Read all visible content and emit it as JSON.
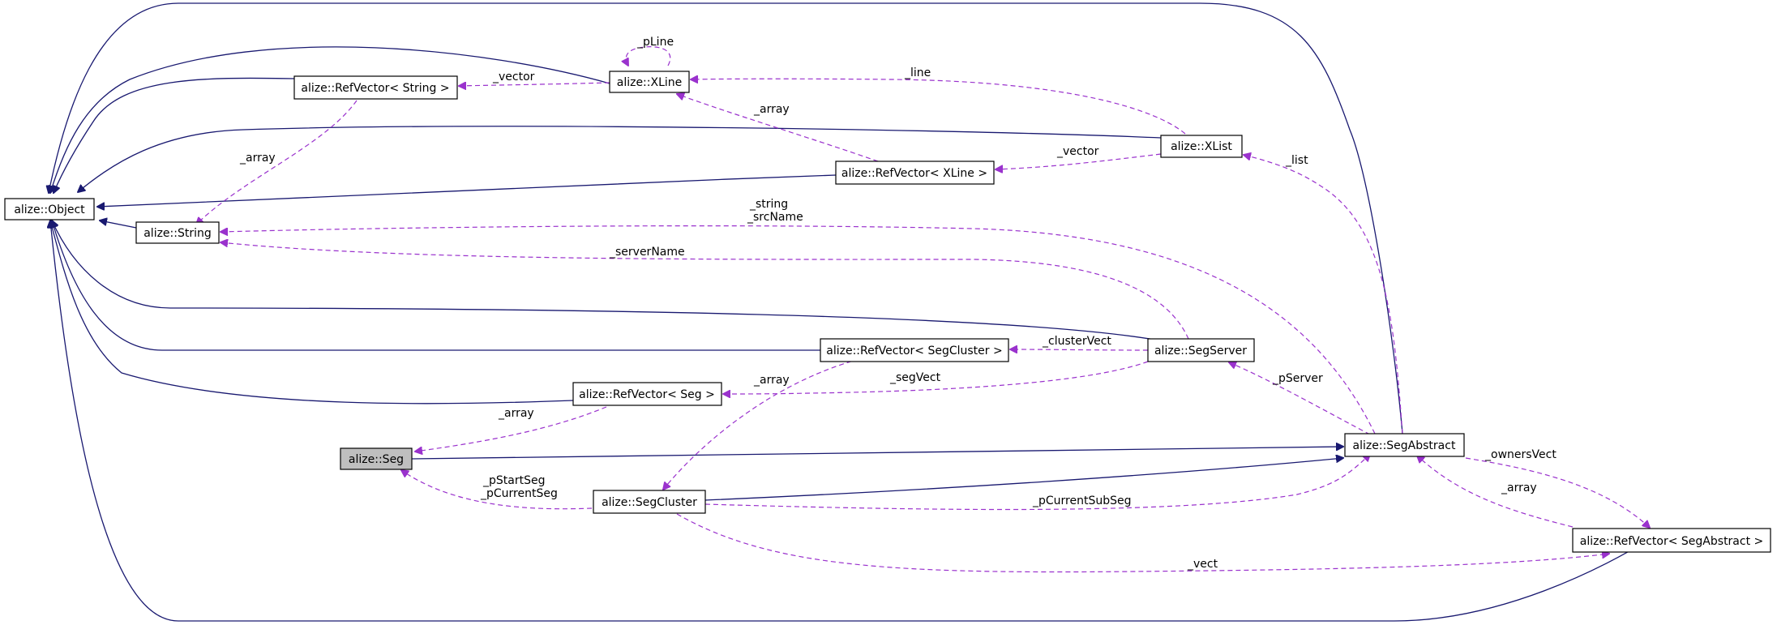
{
  "colors": {
    "inheritance": "#191970",
    "usage": "#9a32cd",
    "node_stroke": "#000000",
    "node_fill": "#ffffff",
    "focus_fill": "#bfbfbf"
  },
  "nodes": [
    {
      "id": "object",
      "label": "alize::Object"
    },
    {
      "id": "string",
      "label": "alize::String"
    },
    {
      "id": "refvec_string",
      "label": "alize::RefVector< String >"
    },
    {
      "id": "xline",
      "label": "alize::XLine"
    },
    {
      "id": "refvec_xline",
      "label": "alize::RefVector< XLine >"
    },
    {
      "id": "xlist",
      "label": "alize::XList"
    },
    {
      "id": "refvec_segcluster",
      "label": "alize::RefVector< SegCluster >"
    },
    {
      "id": "segserver",
      "label": "alize::SegServer"
    },
    {
      "id": "refvec_seg",
      "label": "alize::RefVector< Seg >"
    },
    {
      "id": "seg",
      "label": "alize::Seg",
      "focus": true
    },
    {
      "id": "segcluster",
      "label": "alize::SegCluster"
    },
    {
      "id": "segabstract",
      "label": "alize::SegAbstract"
    },
    {
      "id": "refvec_segabstract",
      "label": "alize::RefVector< SegAbstract >"
    }
  ],
  "edge_labels": {
    "pline": "_pLine",
    "vector_string": "_vector",
    "line": "_line",
    "array_string": "_array",
    "array_xline": "_array",
    "vector_xline": "_vector",
    "list": "_list",
    "string_srcname": [
      "_string",
      "_srcName"
    ],
    "servername": "_serverName",
    "clustervect": "_clusterVect",
    "array_segcluster": "_array",
    "segvect": "_segVect",
    "pserver": "_pServer",
    "array_seg": "_array",
    "pstartseg": [
      "_pStartSeg",
      "_pCurrentSeg"
    ],
    "pcurrentsubseg": "_pCurrentSubSeg",
    "ownersvect": "_ownersVect",
    "array_segabstract": "_array",
    "vect": "_vect"
  }
}
